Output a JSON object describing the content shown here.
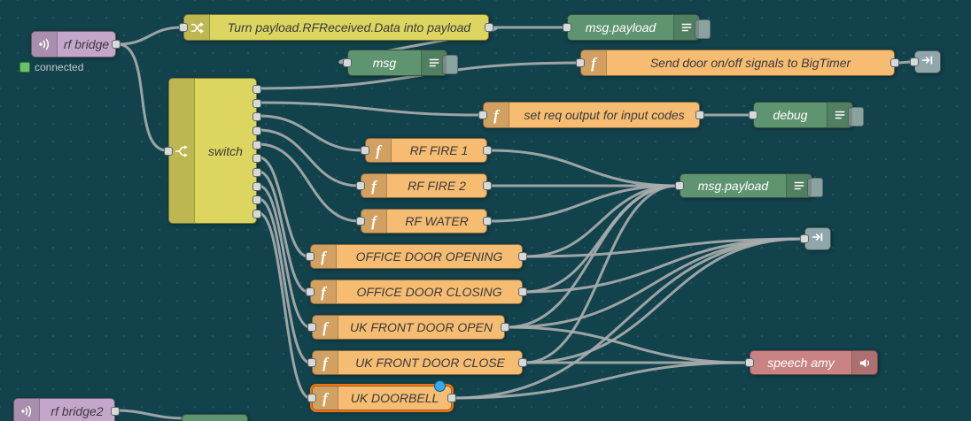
{
  "colors": {
    "bg": "#12424b",
    "yellow": "#dcd660",
    "orange": "#f5bc72",
    "green": "#5f9471",
    "purple": "#c5a6cb",
    "red": "#ca8383",
    "link": "#8fa6ab",
    "tab": "#8aa39e",
    "wire": "#a8adad",
    "selected": "#ff7000",
    "changed_dot": "#38a9f0",
    "status_ok": "#6cc06c"
  },
  "icons": {
    "function_glyph": "f",
    "rf_bridge": "rf-waves-icon",
    "change": "shuffle-icon",
    "switch": "branch-icon",
    "debug": "list-icon",
    "link_out": "link-out-arrow-icon",
    "speech": "speaker-icon"
  },
  "nodes": {
    "rf_bridge": {
      "label": "rf bridge",
      "status": "connected"
    },
    "change": {
      "label": "Turn payload.RFReceived.Data into payload"
    },
    "msg_payload_top": {
      "label": "msg.payload"
    },
    "msg": {
      "label": "msg"
    },
    "bigtimer": {
      "label": "Send door on/off signals to BigTimer"
    },
    "set_req": {
      "label": "set req output for input codes"
    },
    "debug": {
      "label": "debug"
    },
    "switch": {
      "label": "switch",
      "outputs": 10
    },
    "rf_fire_1": {
      "label": "RF FIRE 1"
    },
    "rf_fire_2": {
      "label": "RF FIRE 2"
    },
    "rf_water": {
      "label": "RF WATER"
    },
    "office_open": {
      "label": "OFFICE DOOR OPENING"
    },
    "office_close": {
      "label": "OFFICE DOOR CLOSING"
    },
    "uk_open": {
      "label": "UK FRONT DOOR OPEN"
    },
    "uk_close": {
      "label": "UK FRONT DOOR CLOSE"
    },
    "uk_doorbell": {
      "label": "UK DOORBELL"
    },
    "msg_payload_mid": {
      "label": "msg.payload"
    },
    "speech_amy": {
      "label": "speech amy"
    },
    "rf_bridge2": {
      "label": "rf bridge2"
    }
  }
}
